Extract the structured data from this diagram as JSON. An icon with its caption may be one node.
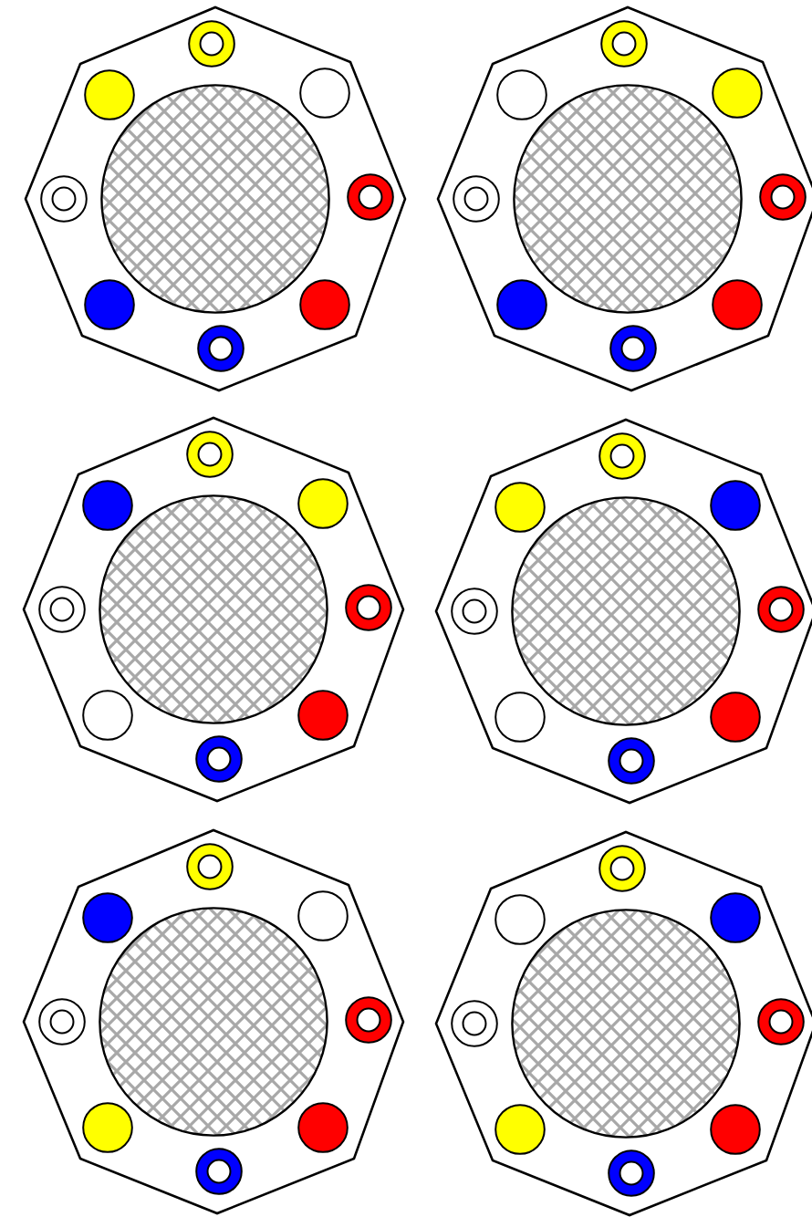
{
  "diagram": {
    "nodes": [
      {
        "text": [],
        "shape": "octagon"
      },
      {
        "text": [],
        "shape": "circle",
        "in": 0
      },
      {
        "text": [],
        "shape": "ring",
        "in": 0
      },
      {
        "text": [],
        "shape": "circle",
        "in": 0
      },
      {
        "text": [],
        "shape": "circle",
        "in": 0
      },
      {
        "text": [],
        "shape": "ring",
        "in": 0
      },
      {
        "text": [],
        "shape": "ring",
        "in": 0
      },
      {
        "text": [],
        "shape": "circle",
        "in": 0
      },
      {
        "text": [],
        "shape": "circle",
        "in": 0
      },
      {
        "text": [],
        "shape": "ring",
        "in": 0
      },
      {
        "text": [],
        "shape": "octagon"
      },
      {
        "text": [],
        "shape": "circle",
        "in": 10
      },
      {
        "text": [],
        "shape": "ring",
        "in": 10
      },
      {
        "text": [],
        "shape": "circle",
        "in": 10
      },
      {
        "text": [],
        "shape": "circle",
        "in": 10
      },
      {
        "text": [],
        "shape": "ring",
        "in": 10
      },
      {
        "text": [],
        "shape": "ring",
        "in": 10
      },
      {
        "text": [],
        "shape": "circle",
        "in": 10
      },
      {
        "text": [],
        "shape": "circle",
        "in": 10
      },
      {
        "text": [],
        "shape": "ring",
        "in": 10
      },
      {
        "text": [],
        "shape": "octagon"
      },
      {
        "text": [],
        "shape": "circle",
        "in": 20
      },
      {
        "text": [],
        "shape": "ring",
        "in": 20
      },
      {
        "text": [],
        "shape": "circle",
        "in": 20
      },
      {
        "text": [],
        "shape": "circle",
        "in": 20
      },
      {
        "text": [],
        "shape": "ring",
        "in": 20
      },
      {
        "text": [],
        "shape": "ring",
        "in": 20
      },
      {
        "text": [],
        "shape": "circle",
        "in": 20
      },
      {
        "text": [],
        "shape": "circle",
        "in": 20
      },
      {
        "text": [],
        "shape": "ring",
        "in": 20
      },
      {
        "text": [],
        "shape": "octagon"
      },
      {
        "text": [],
        "shape": "circle",
        "in": 30
      },
      {
        "text": [],
        "shape": "ring",
        "in": 30
      },
      {
        "text": [],
        "shape": "circle",
        "in": 30
      },
      {
        "text": [],
        "shape": "circle",
        "in": 30
      },
      {
        "text": [],
        "shape": "ring",
        "in": 30
      },
      {
        "text": [],
        "shape": "ring",
        "in": 30
      },
      {
        "text": [],
        "shape": "circle",
        "in": 30
      },
      {
        "text": [],
        "shape": "circle",
        "in": 30
      },
      {
        "text": [],
        "shape": "ring",
        "in": 30
      },
      {
        "text": [],
        "shape": "octagon"
      },
      {
        "text": [],
        "shape": "circle",
        "in": 40
      },
      {
        "text": [],
        "shape": "ring",
        "in": 40
      },
      {
        "text": [],
        "shape": "circle",
        "in": 40
      },
      {
        "text": [],
        "shape": "circle",
        "in": 40
      },
      {
        "text": [],
        "shape": "ring",
        "in": 40
      },
      {
        "text": [],
        "shape": "ring",
        "in": 40
      },
      {
        "text": [],
        "shape": "circle",
        "in": 40
      },
      {
        "text": [],
        "shape": "circle",
        "in": 40
      },
      {
        "text": [],
        "shape": "ring",
        "in": 40
      },
      {
        "text": [],
        "shape": "octagon"
      },
      {
        "text": [],
        "shape": "circle",
        "in": 50
      },
      {
        "text": [],
        "shape": "ring",
        "in": 50
      },
      {
        "text": [],
        "shape": "circle",
        "in": 50
      },
      {
        "text": [],
        "shape": "circle",
        "in": 50
      },
      {
        "text": [],
        "shape": "ring",
        "in": 50
      },
      {
        "text": [],
        "shape": "ring",
        "in": 50
      },
      {
        "text": [],
        "shape": "circle",
        "in": 50
      },
      {
        "text": [],
        "shape": "circle",
        "in": 50
      },
      {
        "text": [],
        "shape": "ring",
        "in": 50
      }
    ]
  }
}
